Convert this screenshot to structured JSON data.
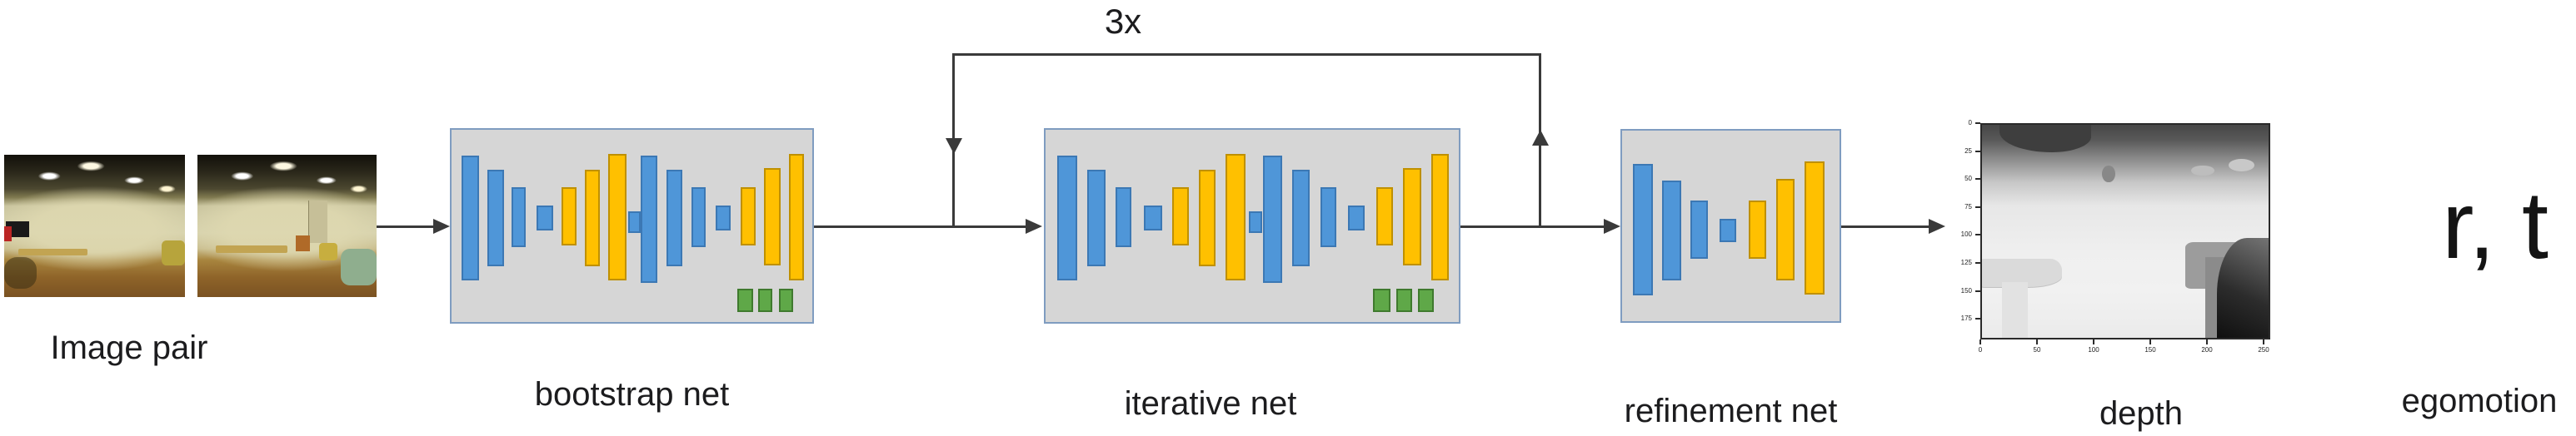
{
  "figure": {
    "labels": {
      "image_pair": "Image pair",
      "bootstrap": "bootstrap net",
      "iterative": "iterative net",
      "refinement": "refinement net",
      "depth": "depth",
      "egomotion": "egomotion",
      "loop_count": "3x",
      "pose": "r, t"
    },
    "colors": {
      "bar_blue": "#4f96d8",
      "bar_blue_border": "#3c78b4",
      "bar_yellow": "#ffc000",
      "bar_yellow_border": "#bf9000",
      "bar_green": "#5fa848",
      "bar_green_border": "#3f7a2e",
      "net_box_fill": "#d6d6d6",
      "net_box_border": "#7f9cc0",
      "arrow": "#3a3a3a"
    },
    "nets": {
      "bootstrap": {
        "bars": [
          [
            "blue",
            12,
            31,
            21,
            150
          ],
          [
            "blue",
            43,
            48,
            20,
            116
          ],
          [
            "blue",
            72,
            69,
            17,
            72
          ],
          [
            "blue",
            102,
            91,
            20,
            30
          ],
          [
            "yellow",
            132,
            69,
            18,
            70
          ],
          [
            "yellow",
            160,
            48,
            18,
            116
          ],
          [
            "yellow",
            188,
            29,
            22,
            152
          ],
          [
            "blue",
            212,
            98,
            15,
            26
          ],
          [
            "blue",
            227,
            31,
            20,
            153
          ],
          [
            "blue",
            258,
            48,
            19,
            116
          ],
          [
            "blue",
            288,
            69,
            17,
            72
          ],
          [
            "blue",
            317,
            91,
            18,
            30
          ],
          [
            "yellow",
            347,
            69,
            18,
            70
          ],
          [
            "yellow",
            375,
            46,
            20,
            117
          ],
          [
            "yellow",
            405,
            29,
            18,
            152
          ],
          [
            "green",
            343,
            191,
            19,
            28
          ],
          [
            "green",
            368,
            191,
            17,
            28
          ],
          [
            "green",
            393,
            191,
            17,
            28
          ]
        ]
      },
      "iterative": {
        "bars": [
          [
            "blue",
            14,
            31,
            24,
            150
          ],
          [
            "blue",
            50,
            48,
            22,
            116
          ],
          [
            "blue",
            84,
            69,
            19,
            72
          ],
          [
            "blue",
            118,
            91,
            22,
            30
          ],
          [
            "yellow",
            152,
            69,
            20,
            70
          ],
          [
            "yellow",
            184,
            48,
            20,
            116
          ],
          [
            "yellow",
            216,
            29,
            24,
            152
          ],
          [
            "blue",
            244,
            98,
            16,
            26
          ],
          [
            "blue",
            261,
            31,
            23,
            153
          ],
          [
            "blue",
            296,
            48,
            21,
            116
          ],
          [
            "blue",
            330,
            69,
            19,
            72
          ],
          [
            "blue",
            363,
            91,
            20,
            30
          ],
          [
            "yellow",
            397,
            69,
            20,
            70
          ],
          [
            "yellow",
            429,
            46,
            22,
            117
          ],
          [
            "yellow",
            463,
            29,
            21,
            152
          ],
          [
            "green",
            393,
            191,
            21,
            28
          ],
          [
            "green",
            421,
            191,
            19,
            28
          ],
          [
            "green",
            447,
            191,
            19,
            28
          ]
        ]
      },
      "refinement": {
        "bars": [
          [
            "blue",
            13,
            40,
            24,
            158
          ],
          [
            "blue",
            48,
            60,
            23,
            120
          ],
          [
            "blue",
            82,
            84,
            21,
            70
          ],
          [
            "blue",
            117,
            106,
            20,
            28
          ],
          [
            "yellow",
            152,
            84,
            21,
            70
          ],
          [
            "yellow",
            185,
            58,
            22,
            122
          ],
          [
            "yellow",
            219,
            37,
            24,
            160
          ]
        ]
      }
    },
    "depth_plot": {
      "y_ticks": [
        "0",
        "25",
        "50",
        "75",
        "100",
        "125",
        "150",
        "175"
      ],
      "x_ticks": [
        "0",
        "50",
        "100",
        "150",
        "200",
        "250"
      ]
    }
  }
}
